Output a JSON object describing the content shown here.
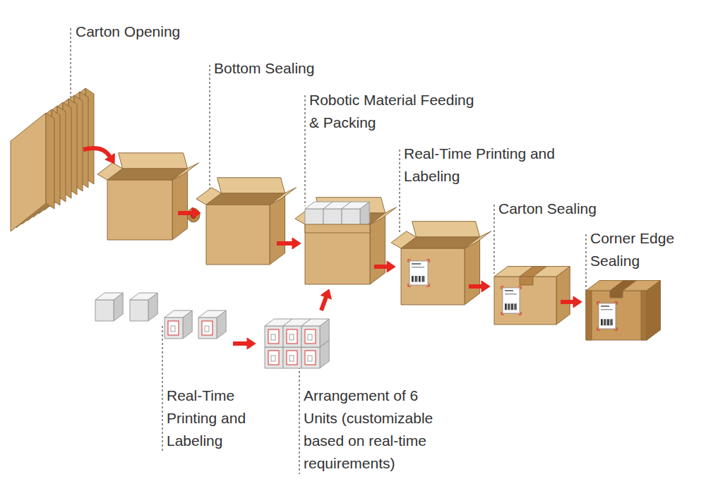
{
  "diagram": {
    "labels": [
      "Carton Opening",
      "Bottom Sealing",
      "Robotic Material Feeding & Packing",
      "Real-Time Printing and Labeling",
      "Carton Sealing",
      "Corner Edge Sealing",
      "Real-Time Printing and Labeling",
      "Arrangement of 6 Units (customizable based on real-time requirements)"
    ]
  }
}
